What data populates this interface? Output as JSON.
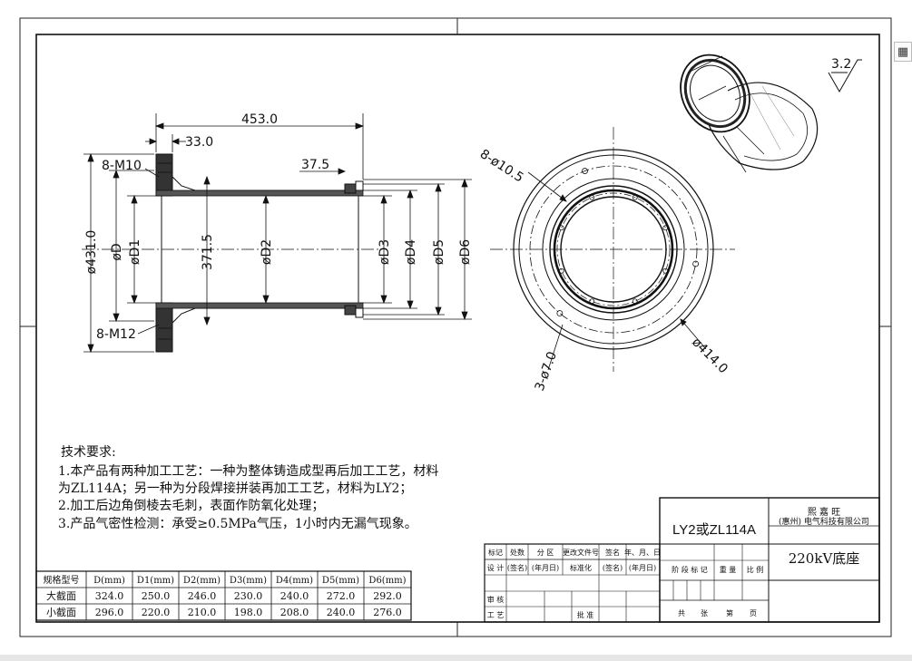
{
  "dims": {
    "length": "453.0",
    "flange": "33.0",
    "step": "37.5",
    "thread_top": "8-M10",
    "thread_bottom": "8-M12",
    "diameter_outer": "ø431.0",
    "d": "øD",
    "d1": "øD1",
    "d2": "øD2",
    "height": "371.5",
    "d3": "øD3",
    "d4": "øD4",
    "d5": "øD5",
    "d6": "øD6",
    "holes_small": "8-ø10.5",
    "holes_three": "3-ø7.0",
    "diameter_414": "ø414.0"
  },
  "roughness": "3.2",
  "tech": {
    "title": "技术要求:",
    "line1": "1.本产品有两种加工工艺：一种为整体铸造成型再后加工工艺，材料",
    "line2": "为ZL114A；另一种为分段焊接拼装再加工工艺，材料为LY2；",
    "line3": "2.加工后边角倒棱去毛刺，表面作防氧化处理；",
    "line4": "3.产品气密性检测：承受≥0.5MPa气压，1小时内无漏气现象。"
  },
  "spec_table": {
    "headers": [
      "规格型号",
      "D(mm)",
      "D1(mm)",
      "D2(mm)",
      "D3(mm)",
      "D4(mm)",
      "D5(mm)",
      "D6(mm)"
    ],
    "rows": [
      [
        "大截面",
        "324.0",
        "250.0",
        "246.0",
        "230.0",
        "240.0",
        "272.0",
        "292.0"
      ],
      [
        "小截面",
        "296.0",
        "220.0",
        "210.0",
        "198.0",
        "208.0",
        "240.0",
        "276.0"
      ]
    ]
  },
  "title_block": {
    "material": "LY2或ZL114A",
    "company1": "熙 嘉 旺",
    "company2": "(惠州) 电气科技有限公司",
    "part_name": "220kV底座",
    "r1": [
      "标记",
      "处数",
      "分 区",
      "更改文件号",
      "签名",
      "年、月、日"
    ],
    "r2": [
      "设 计",
      "(签名)",
      "(年月日)",
      "标准化",
      "(签名)",
      "(年月日)"
    ],
    "stage_labels": [
      "阶 段 标 记",
      "重 量",
      "比 例"
    ],
    "review": "审 核",
    "process": "工 艺",
    "approve": "批 准",
    "sheet_row": [
      "共",
      "张",
      "第",
      "页"
    ]
  }
}
